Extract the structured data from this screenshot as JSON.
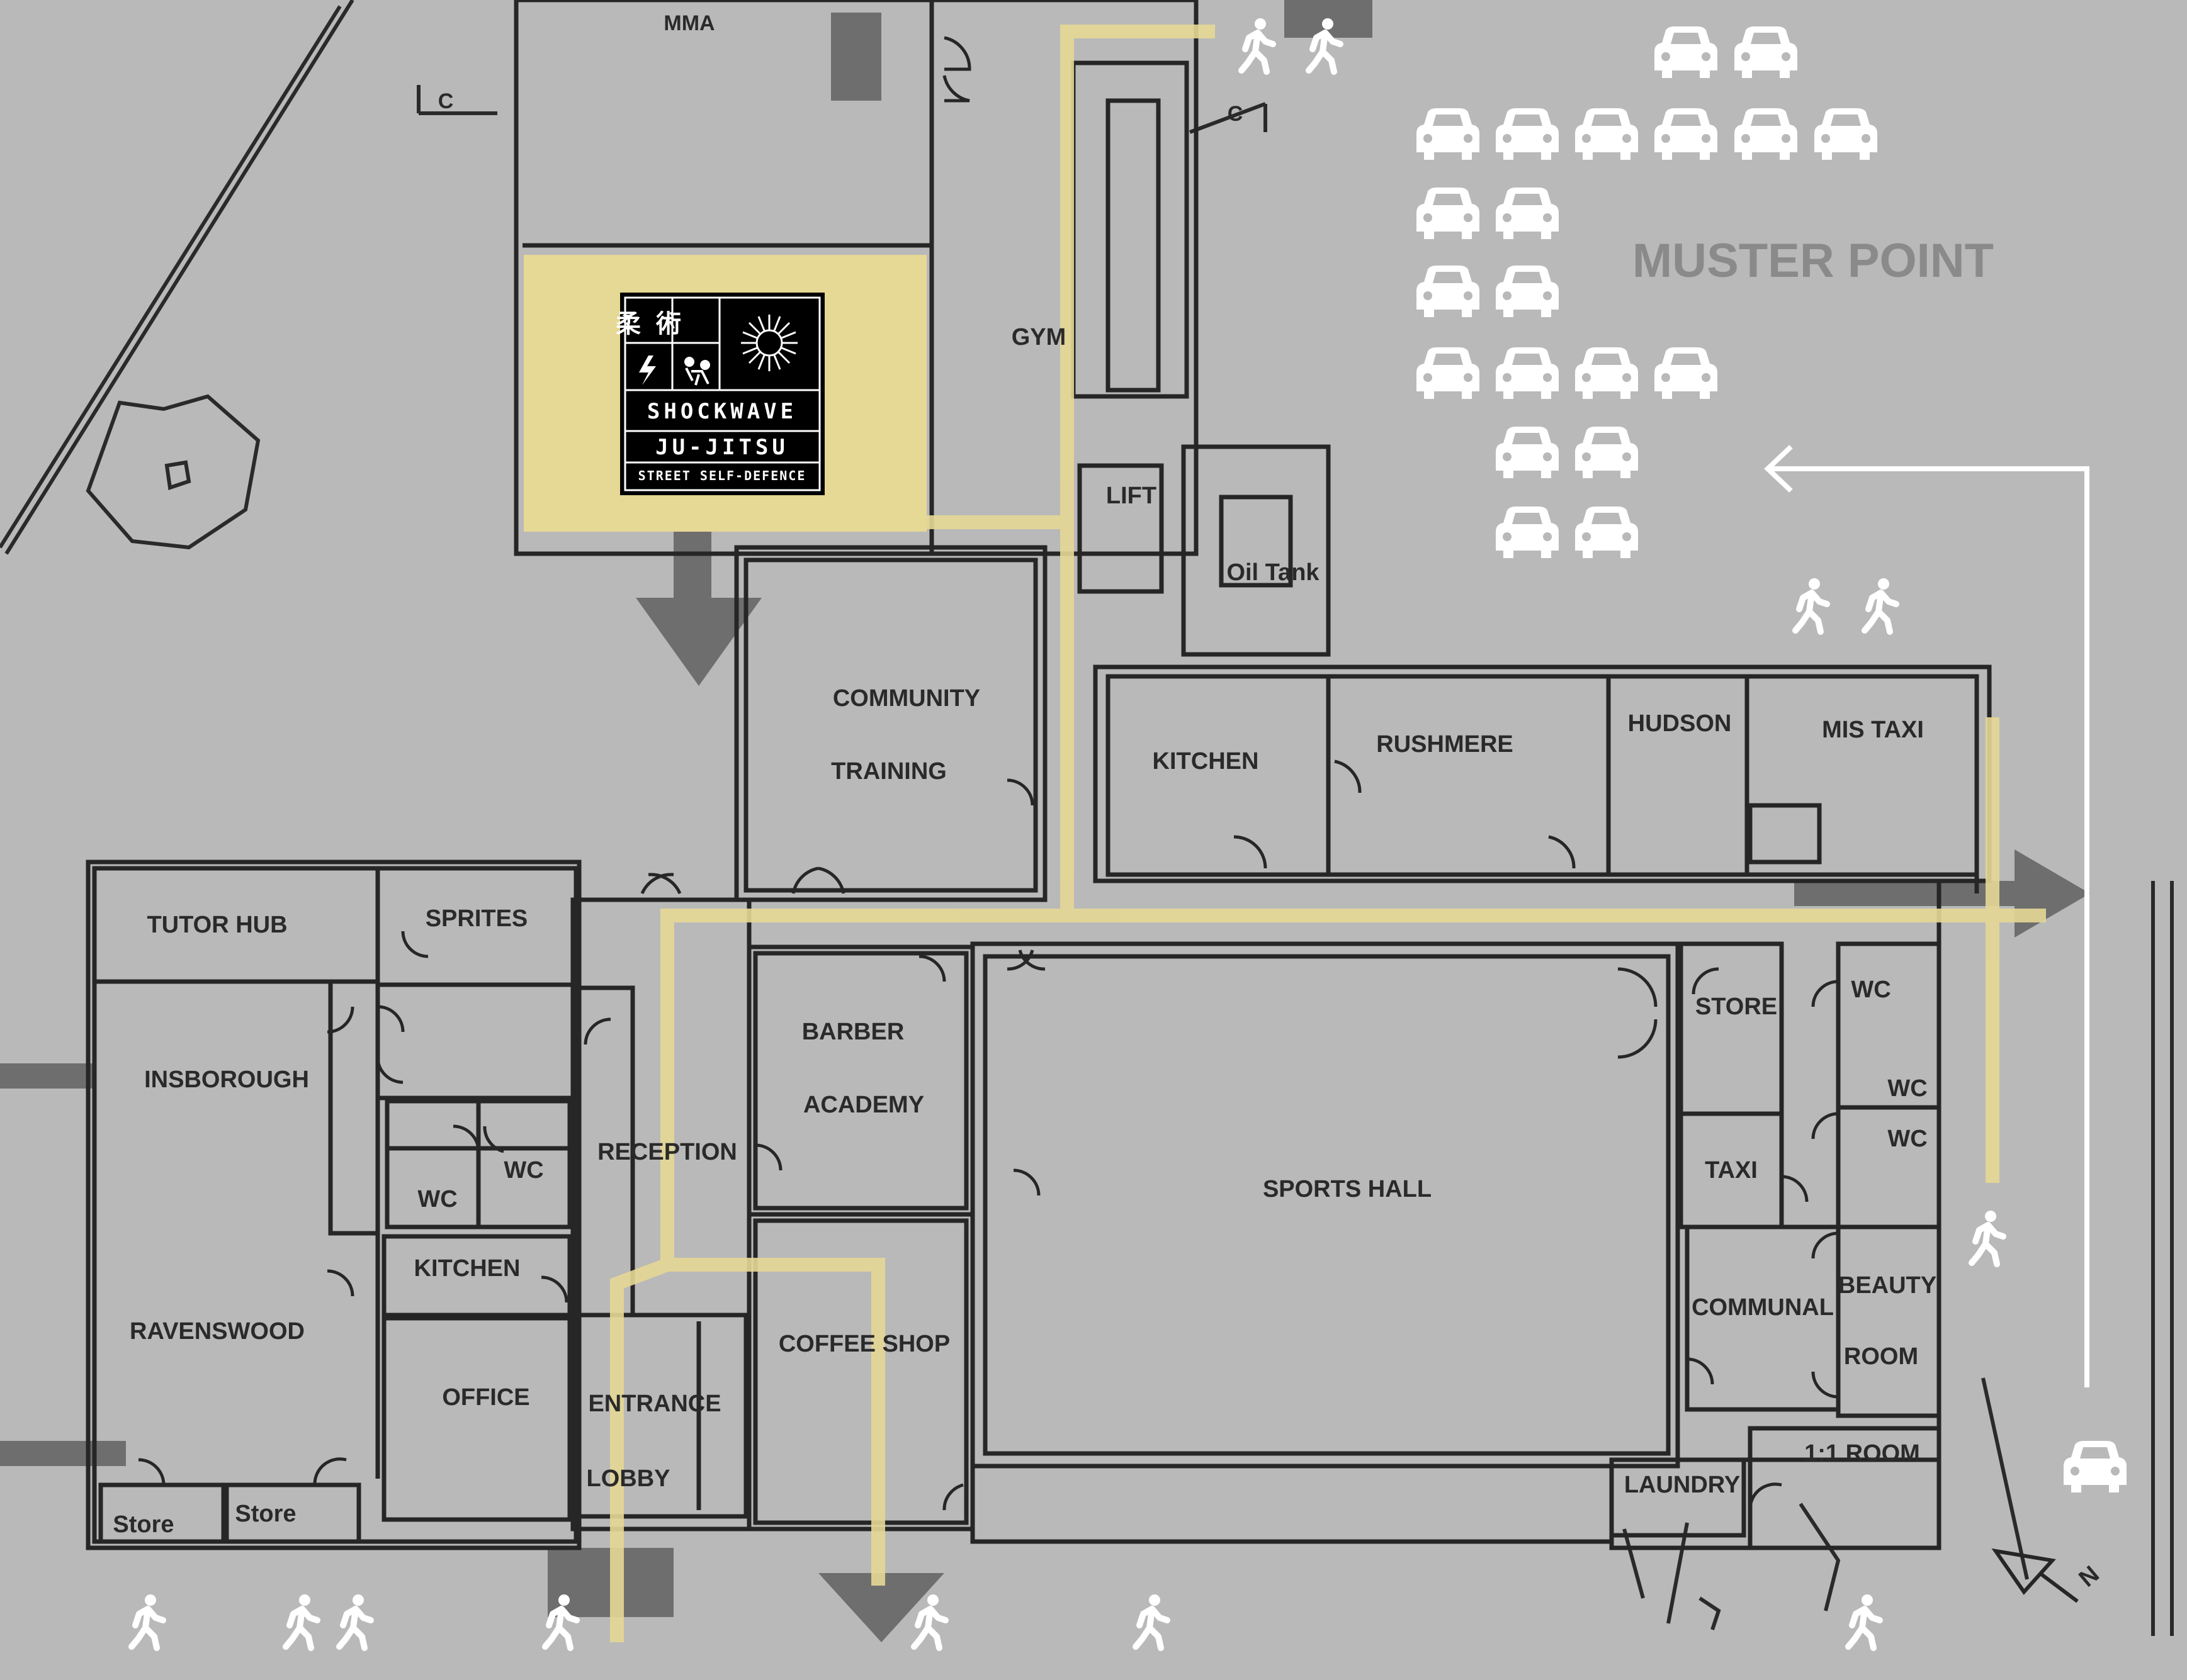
{
  "map": {
    "rooms": {
      "mma": "MMA",
      "gym": "GYM",
      "lift": "LIFT",
      "oil_tank": "Oil Tank",
      "community": "COMMUNITY",
      "training": "TRAINING",
      "kitchen_north": "KITCHEN",
      "rushmere": "RUSHMERE",
      "hudson": "HUDSON",
      "mis_taxi": "MIS TAXI",
      "tutor_hub": "TUTOR HUB",
      "sprites": "SPRITES",
      "gainsborough": "INSBOROUGH",
      "wc_a": "WC",
      "wc_b": "WC",
      "reception": "RECEPTION",
      "barber": "BARBER",
      "academy": "ACADEMY",
      "sports_hall": "SPORTS HALL",
      "store_east": "STORE",
      "taxi": "TAXI",
      "wc_c": "WC",
      "wc_d": "WC",
      "wc_e": "WC",
      "kitchen_west": "KITCHEN",
      "ravenswood": "RAVENSWOOD",
      "office": "OFFICE",
      "entrance": "ENTRANCE",
      "lobby": "LOBBY",
      "coffee_shop": "COFFEE SHOP",
      "communal": "COMMUNAL",
      "beauty": "BEAUTY",
      "room": "ROOM",
      "one_one_room": "1:1 ROOM",
      "laundry": "LAUNDRY",
      "store_a": "Store",
      "store_b": "Store",
      "compass_c1": "C",
      "compass_c2": "C"
    },
    "muster_point": "MUSTER POINT",
    "north_marker": "N",
    "logo": {
      "kanji": "柔 術",
      "line1": "SHOCKWAVE",
      "line2": "JU-JITSU",
      "line3": "STREET SELF-DEFENCE"
    },
    "colors": {
      "route": "#e6d895",
      "background": "#b9b9b9",
      "walls": "#262626",
      "icons": "#ffffff"
    },
    "icons": [
      "pedestrian-icon",
      "car-icon",
      "evacuation-arrow-icon",
      "north-arrow-icon"
    ]
  }
}
